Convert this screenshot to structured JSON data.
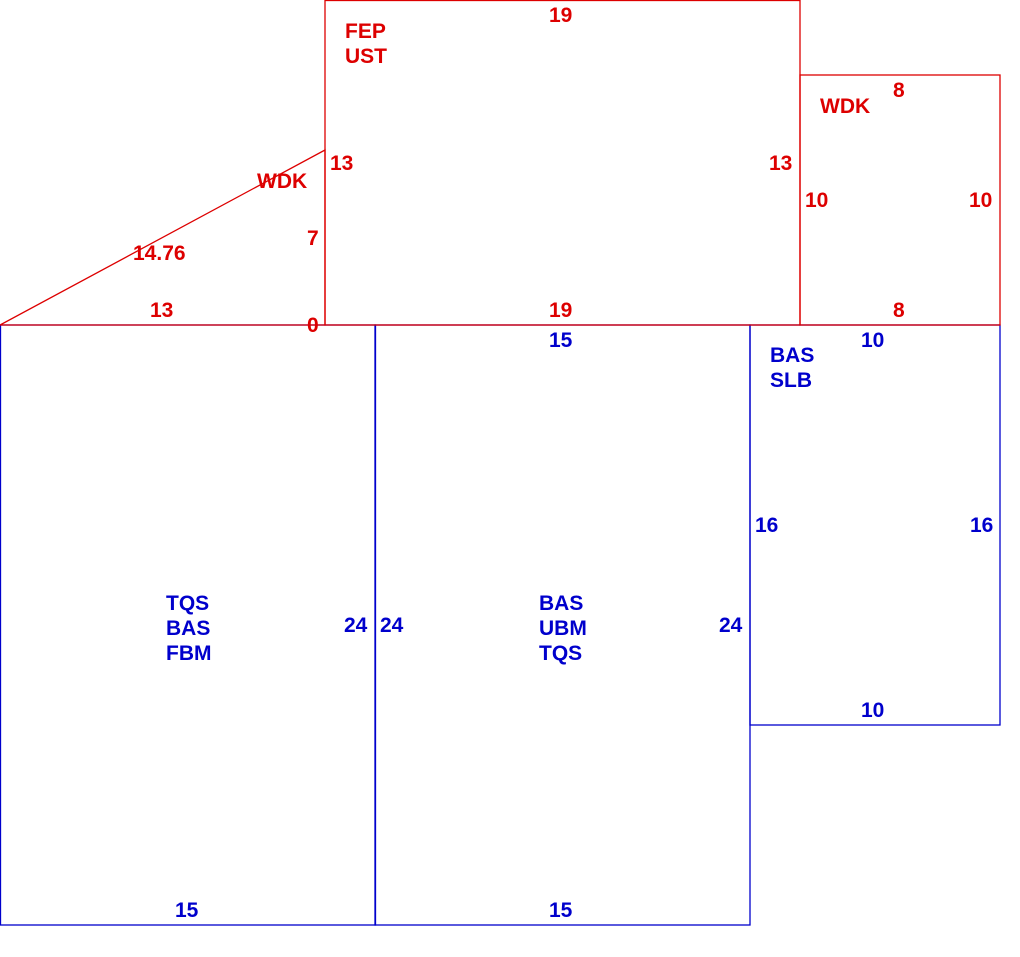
{
  "colors": {
    "upper_floor": "#dd0000",
    "lower_floor": "#0000cc",
    "background": "#ffffff"
  },
  "upper": {
    "main_room": {
      "codes": [
        "FEP",
        "UST"
      ],
      "top": "19",
      "bottom": "19",
      "left": "13",
      "right": "13"
    },
    "right_room": {
      "code": "WDK",
      "top": "8",
      "bottom": "8",
      "left": "10",
      "right": "10"
    },
    "triangle": {
      "code": "WDK",
      "hypotenuse": "14.76",
      "base": "13",
      "height": "7",
      "corner": "0"
    }
  },
  "lower": {
    "left_room": {
      "codes": [
        "TQS",
        "BAS",
        "FBM"
      ],
      "bottom": "15",
      "right": "24"
    },
    "middle_room": {
      "codes": [
        "BAS",
        "UBM",
        "TQS"
      ],
      "top": "15",
      "bottom": "15",
      "left": "24",
      "right": "24"
    },
    "right_room": {
      "codes": [
        "BAS",
        "SLB"
      ],
      "top": "10",
      "bottom": "10",
      "left": "16",
      "right": "16"
    }
  }
}
